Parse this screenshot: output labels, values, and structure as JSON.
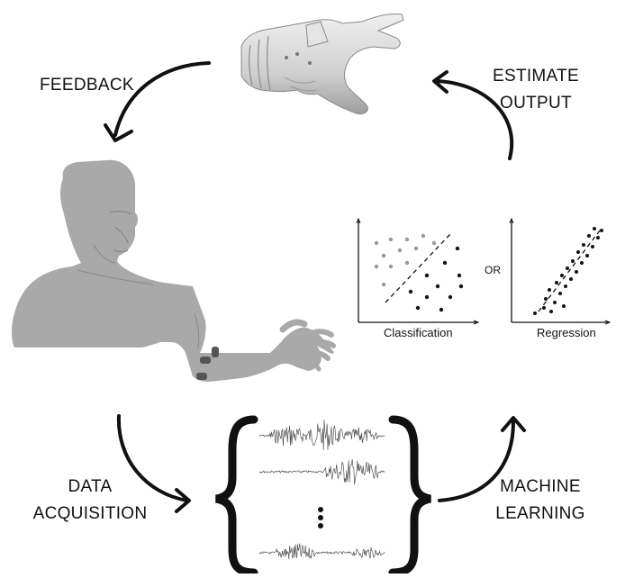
{
  "labels": {
    "feedback": "FEEDBACK",
    "estimate_line1": "ESTIMATE",
    "estimate_line2": "OUTPUT",
    "data_acq_line1": "DATA",
    "data_acq_line2": "ACQUISITION",
    "ml_line1": "MACHINE",
    "ml_line2": "LEARNING",
    "or": "OR",
    "classification": "Classification",
    "regression": "Regression"
  },
  "icons": {
    "prosthetic_hand": "prosthetic-hand-icon",
    "human_figure": "human-torso-icon",
    "emg_electrode": "electrode-icon",
    "brace": "curly-brace-icon"
  },
  "colors": {
    "arrow": "#111111",
    "figure": "#a9a9a9",
    "hand_light": "#d6d6d6",
    "signal": "#555555"
  }
}
